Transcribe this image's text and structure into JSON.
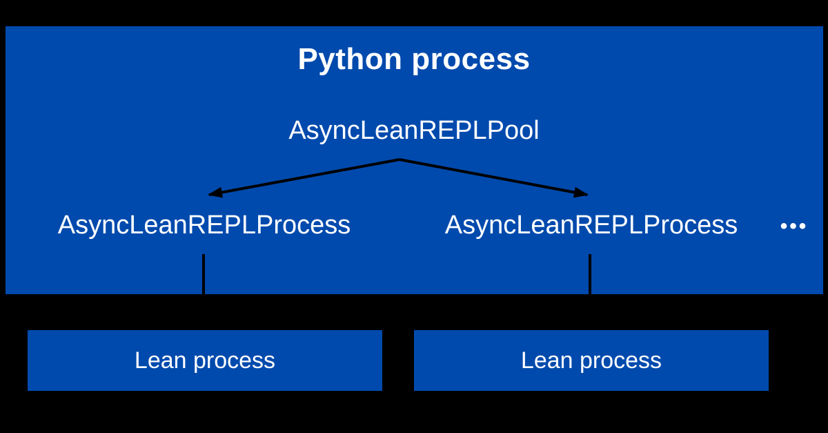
{
  "colors": {
    "background": "#000000",
    "box_blue": "#004AAD",
    "text_white": "#FFFFFF",
    "connector_black": "#000000"
  },
  "diagram": {
    "python_process": {
      "title": "Python process"
    },
    "pool": {
      "label": "AsyncLeanREPLPool"
    },
    "processes": [
      {
        "label": "AsyncLeanREPLProcess"
      },
      {
        "label": "AsyncLeanREPLProcess"
      }
    ],
    "more_indicator": "•••",
    "lean_processes": [
      {
        "label": "Lean process"
      },
      {
        "label": "Lean process"
      }
    ]
  }
}
